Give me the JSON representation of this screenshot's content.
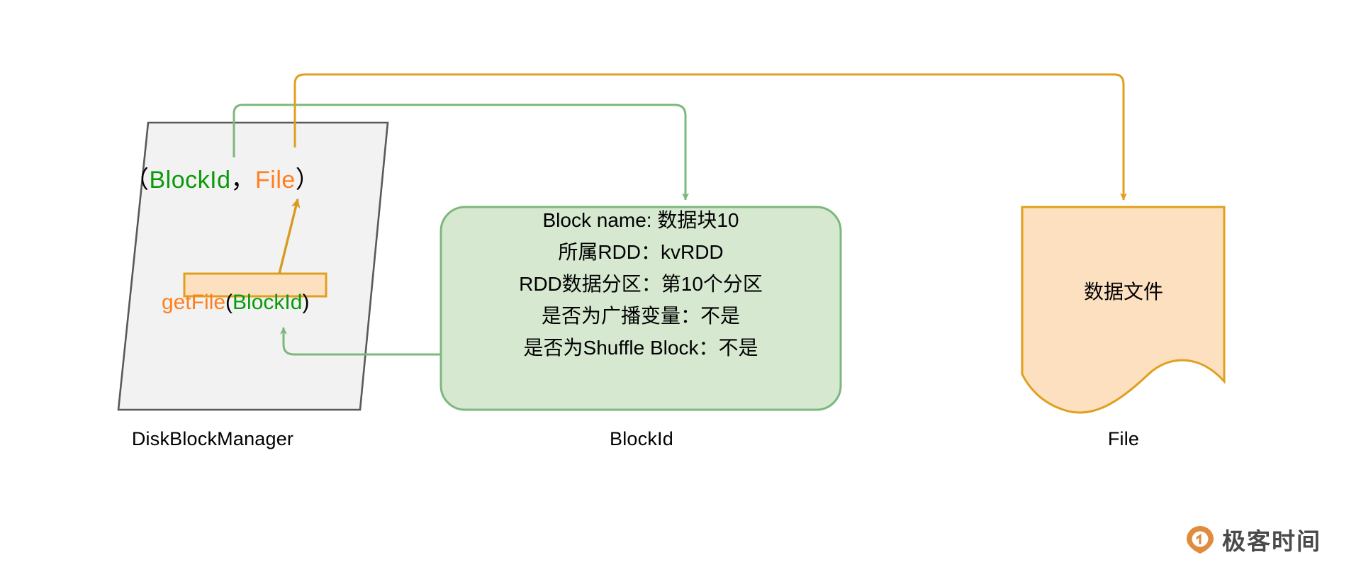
{
  "diagram": {
    "title_visible": false,
    "colors": {
      "green_stroke": "#7cb87c",
      "green_fill": "#d6e8d0",
      "green_text": "#0a9a0a",
      "orange_stroke": "#e0a01e",
      "orange_fill": "#fce0c0",
      "orange_text": "#ff7f1f",
      "gray_stroke": "#595959",
      "gray_fill": "#f2f2f2",
      "black_text": "#000000"
    }
  },
  "disk_block_manager": {
    "label": "DiskBlockManager",
    "tuple": {
      "open_paren": "（",
      "key": "BlockId",
      "separator": "，",
      "value": "File",
      "close_paren": "）"
    },
    "method": {
      "name": "getFile",
      "open_paren": "(",
      "arg": "BlockId",
      "close_paren": ")"
    }
  },
  "block_id": {
    "label": "BlockId",
    "lines": [
      "Block name: 数据块10",
      "所属RDD：kvRDD",
      "RDD数据分区：第10个分区",
      "是否为广播变量：不是",
      "是否为Shuffle Block：不是"
    ]
  },
  "file": {
    "label": "File",
    "text": "数据文件"
  },
  "watermark": {
    "text": "极客时间"
  }
}
